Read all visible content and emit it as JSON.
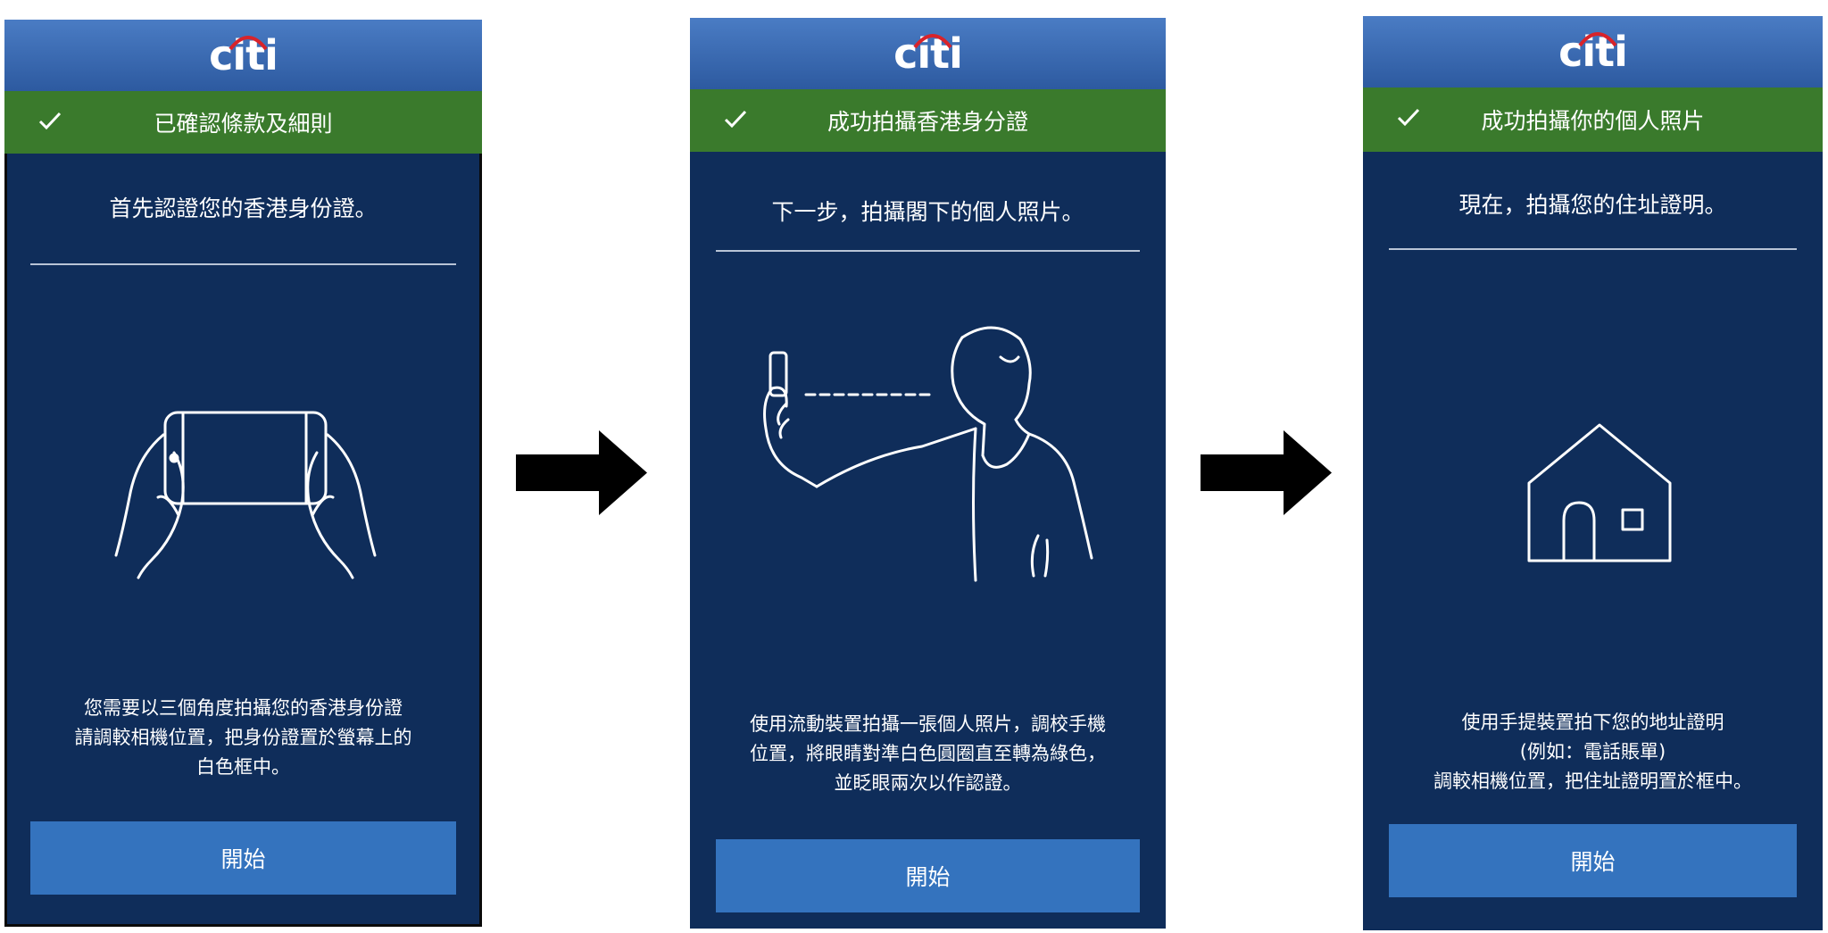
{
  "brand": "citi",
  "screens": [
    {
      "status": "已確認條款及細則",
      "heading": "首先認證您的香港身份證。",
      "description": "您需要以三個角度拍攝您的香港身份證\n請調較相機位置，把身份證置於螢幕上的\n白色框中。",
      "button": "開始",
      "illustration_icon": "hands-holding-phone-icon"
    },
    {
      "status": "成功拍攝香港身分證",
      "heading": "下一步，拍攝閣下的個人照片。",
      "description": "使用流動裝置拍攝一張個人照片，調校手機\n位置，將眼睛對準白色圓圈直至轉為綠色，\n並眨眼兩次以作認證。",
      "button": "開始",
      "illustration_icon": "person-selfie-icon"
    },
    {
      "status": "成功拍攝你的個人照片",
      "heading": "現在，拍攝您的住址證明。",
      "description": "使用手提裝置拍下您的地址證明\n(例如：電話賬單)\n調較相機位置，把住址證明置於框中。",
      "button": "開始",
      "illustration_icon": "house-icon"
    }
  ],
  "arrow_icon": "right-arrow-icon",
  "colors": {
    "header": "#3a6bb3",
    "status_bar": "#3a7a2c",
    "panel": "#0f2d5a",
    "button": "#3473be",
    "text": "#ffffff",
    "arrow": "#000000",
    "logo_arc": "#d8232a"
  }
}
